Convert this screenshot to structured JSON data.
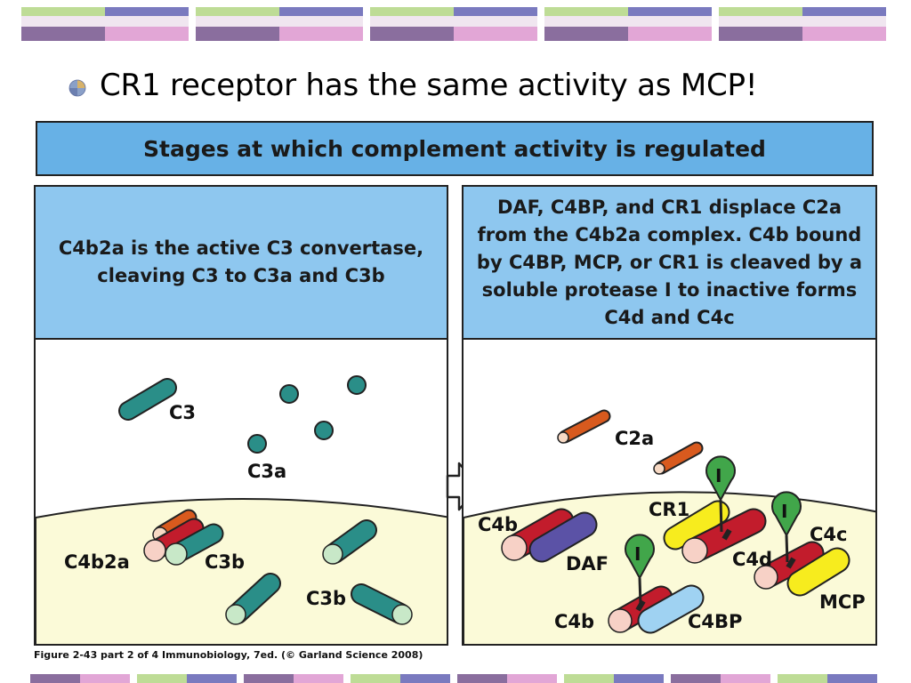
{
  "title": "CR1 receptor has the same activity as MCP!",
  "figure": {
    "header": "Stages at which complement activity is regulated",
    "left_panel": {
      "caption": "C4b2a is the active C3 convertase, cleaving C3 to C3a and C3b",
      "labels": {
        "c3": "C3",
        "c3a": "C3a",
        "c4b2a": "C4b2a",
        "c3b_attached": "C3b",
        "c3b_free": "C3b"
      }
    },
    "right_panel": {
      "caption": "DAF, C4BP, and CR1 displace C2a from the C4b2a complex. C4b bound by C4BP, MCP, or CR1 is cleaved by a soluble protease I to inactive forms C4d and C4c",
      "labels": {
        "c2a": "C2a",
        "c4b_top": "C4b",
        "daf": "DAF",
        "cr1": "CR1",
        "c4c": "C4c",
        "c4d": "C4d",
        "mcp": "MCP",
        "c4b_bottom": "C4b",
        "c4bp": "C4BP",
        "protease_1": "I",
        "protease_2": "I",
        "protease_3": "I"
      }
    },
    "credit": "Figure 2-43 part 2 of 4  Immunobiology, 7ed. (© Garland Science 2008)"
  },
  "colors": {
    "header_blue": "#67b1e6",
    "caption_blue": "#8ec7ef",
    "membrane": "#fbfad8",
    "c3_teal": "#2a8e88",
    "c4b_red": "#c21c2c",
    "c2a_orange": "#d85a1e",
    "daf_purple": "#5b52a6",
    "mcp_yellow": "#f7ec1e",
    "c4bp_lightblue": "#9fd2f2",
    "protease_green": "#41a64a"
  }
}
